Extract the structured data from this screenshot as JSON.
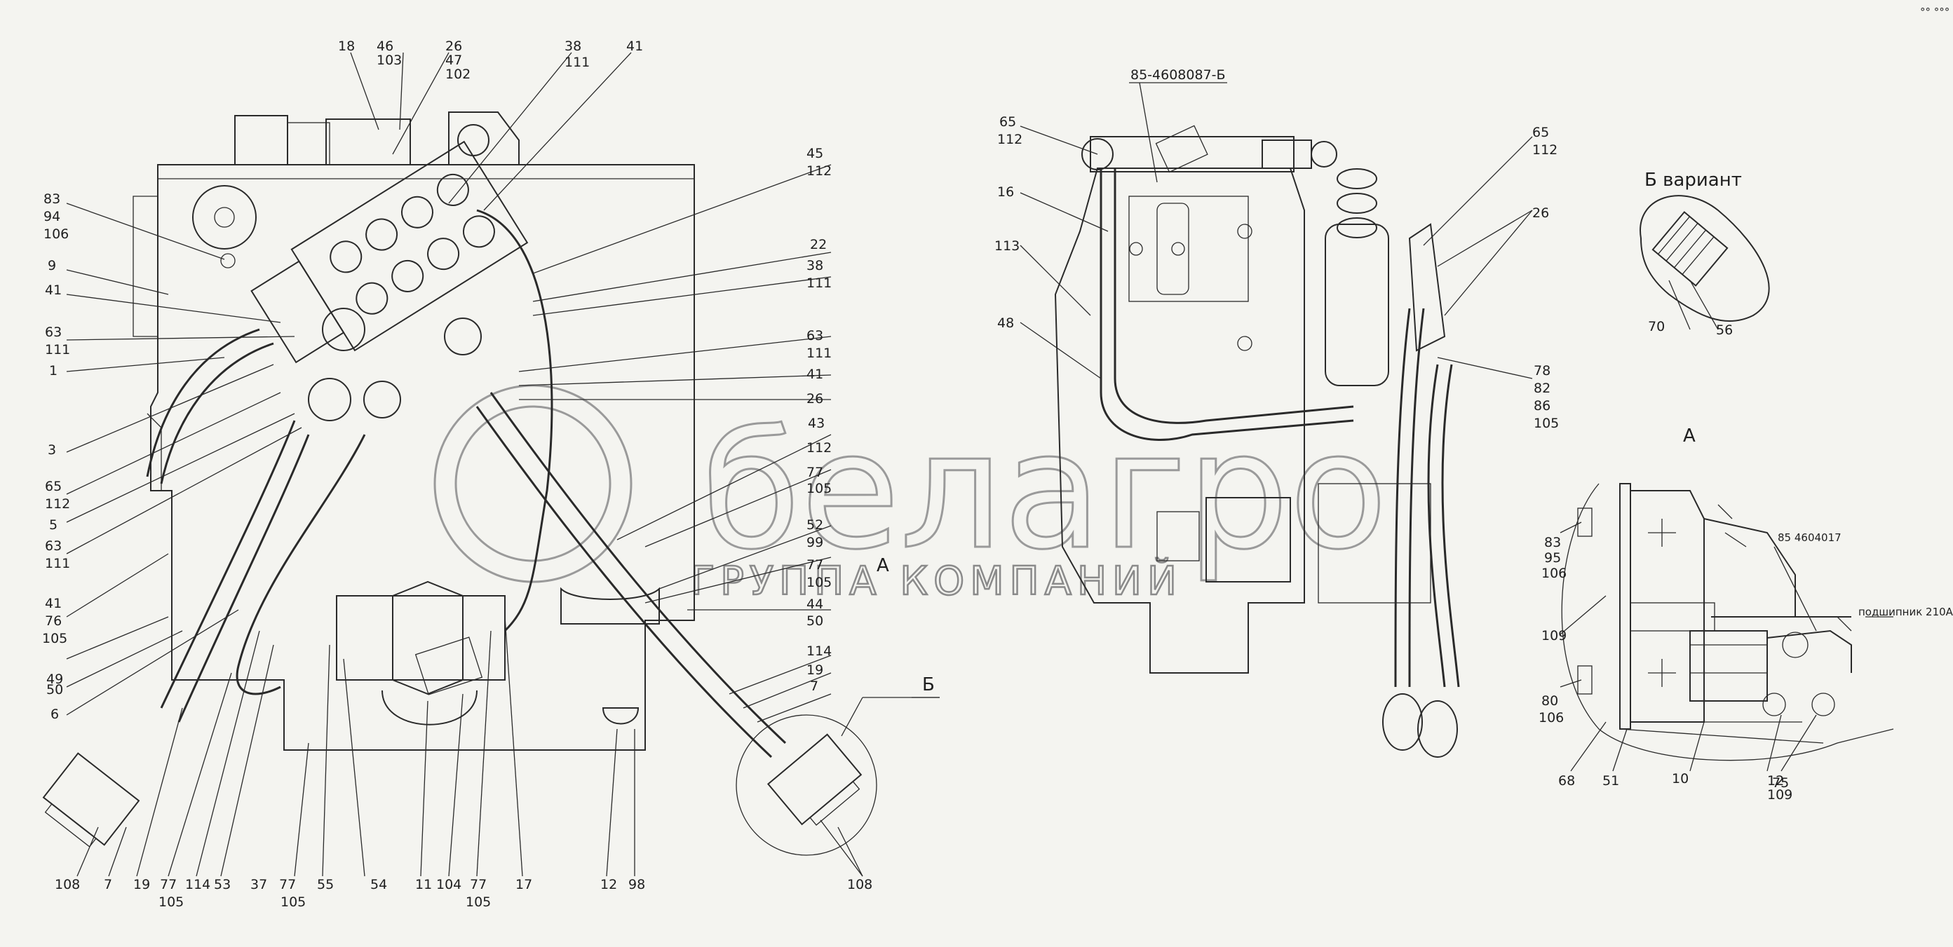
{
  "corner_mark": "°° °°°",
  "watermark": {
    "brand": "белагро",
    "subtitle": "ГРУППА КОМПАНИЙ"
  },
  "views": {
    "section_b": "Б",
    "section_a_left": "А",
    "section_a_right": "А",
    "b_variant": "Б вариант"
  },
  "part_numbers": {
    "side_view": "85-4608087-Б",
    "detail": "85 4604017",
    "bearing": "подшипник 210А"
  },
  "left_labels": [
    "83",
    "94",
    "106",
    "9",
    "41",
    "63",
    "111",
    "1",
    "3",
    "65",
    "112",
    "5",
    "63",
    "111",
    "41",
    "76",
    "105",
    "49",
    "50",
    "6"
  ],
  "top_labels": [
    "18",
    "46",
    "103",
    "26",
    "47",
    "102",
    "38",
    "111",
    "41"
  ],
  "right_labels": [
    "45",
    "112",
    "22",
    "38",
    "111",
    "63",
    "111",
    "41",
    "26",
    "43",
    "112",
    "77",
    "105",
    "52",
    "99",
    "77",
    "105",
    "44",
    "50",
    "114",
    "19",
    "7"
  ],
  "bottom_labels": [
    "108",
    "7",
    "19",
    "77",
    "105",
    "114",
    "53",
    "37",
    "77",
    "105",
    "55",
    "54",
    "11",
    "104",
    "77",
    "105",
    "17",
    "12",
    "98",
    "108"
  ],
  "side_labels": [
    "65",
    "112",
    "16",
    "113",
    "48",
    "65",
    "112",
    "26",
    "78",
    "82",
    "86",
    "105"
  ],
  "variant_labels": [
    "70",
    "56"
  ],
  "detail_labels": [
    "83",
    "95",
    "106",
    "109",
    "80",
    "106",
    "68",
    "51",
    "10",
    "12",
    "75",
    "109"
  ]
}
